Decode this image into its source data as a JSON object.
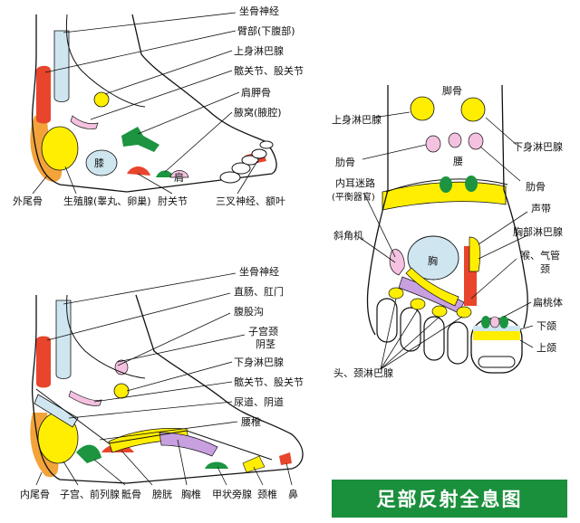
{
  "title": "足部反射全息图",
  "colors": {
    "orange": "#f2a33a",
    "yellow": "#ffee00",
    "red": "#e8452c",
    "pink": "#f4c2e0",
    "lightblue": "#cfe6f0",
    "green": "#1c9440",
    "lavender": "#c8a0e0",
    "banner": "#1a8f3c"
  },
  "panel_top_left": {
    "right_labels": [
      "坐骨神经",
      "臂部(下腹部)",
      "上身淋巴腺",
      "髋关节、股关节",
      "肩胛骨",
      "腋窝(腋腔)"
    ],
    "bottom_labels": [
      "外尾骨",
      "生殖腺(睾丸、卵巢)",
      "肘关节",
      "三叉神经、额叶"
    ],
    "inner_labels": [
      "膝",
      "肩"
    ]
  },
  "panel_right": {
    "left_labels": [
      "上身淋巴腺",
      "肋骨",
      "内耳迷路",
      "(平衡器官)",
      "斜角机"
    ],
    "top_label": "脚骨",
    "right_labels": [
      "下身淋巴腺",
      "肋骨",
      "声带",
      "胸部淋巴腺",
      "喉、气管",
      "颈",
      "扁桃体",
      "下颌",
      "上颌"
    ],
    "inner_labels": [
      "腰",
      "胸"
    ],
    "bottom_label": "头、颈淋巴腺"
  },
  "panel_bottom_left": {
    "right_labels": [
      "坐骨神经",
      "直肠、肛门",
      "腹股沟",
      "子宫颈",
      "阴茎",
      "下身淋巴腺",
      "髋关节、股关节",
      "尿道、阴道",
      "腰椎"
    ],
    "bottom_labels": [
      "内尾骨",
      "子宫、前列腺",
      "骶骨",
      "膀胱",
      "胸椎",
      "甲状旁腺",
      "颈椎",
      "鼻"
    ]
  }
}
